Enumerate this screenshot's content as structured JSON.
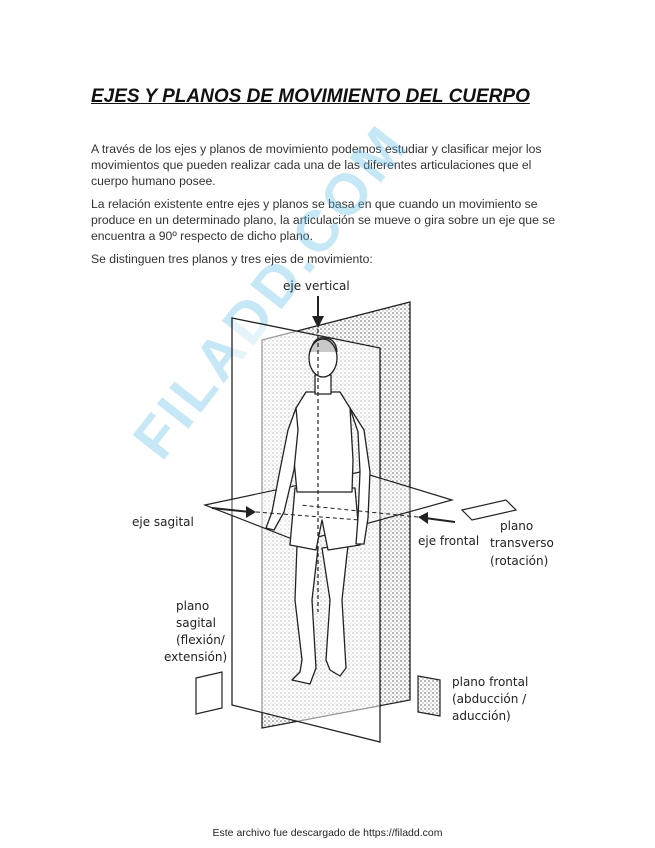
{
  "document": {
    "title": "EJES Y PLANOS DE MOVIMIENTO DEL CUERPO",
    "paragraphs": [
      "A través de los ejes y planos de movimiento podemos estudiar y clasificar mejor los movimientos que pueden realizar cada una de las diferentes articulaciones que el cuerpo humano posee.",
      "La relación existente entre ejes y planos se basa en que cuando un movimiento se produce en un determinado plano, la articulación se mueve o gira sobre un eje que se encuentra a 90º respecto de dicho plano.",
      "Se distinguen tres planos y tres ejes de movimiento:"
    ],
    "footer": "Este archivo fue descargado de https://filadd.com"
  },
  "figure": {
    "labels": {
      "eje_vertical": "eje vertical",
      "eje_sagital": "eje sagital",
      "eje_frontal": "eje frontal",
      "plano_transverso": [
        "plano",
        "transverso",
        "(rotación)"
      ],
      "plano_sagital": [
        "plano",
        "sagital",
        "(flexión/",
        "extensión)"
      ],
      "plano_frontal": [
        "plano frontal",
        "(abducción /",
        "aducción)"
      ]
    }
  },
  "watermark": "FILADD.COM"
}
